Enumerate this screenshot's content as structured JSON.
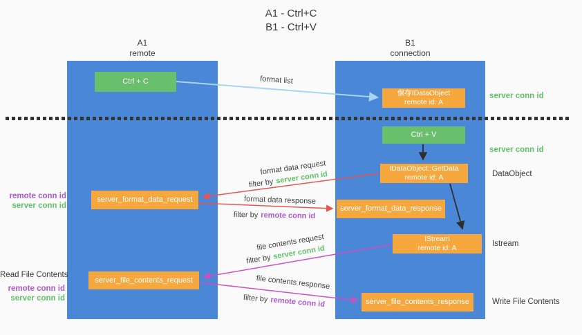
{
  "title": {
    "line1": "A1 - Ctrl+C",
    "line2": "B1 - Ctrl+V"
  },
  "columns": {
    "left": {
      "name": "A1",
      "role": "remote"
    },
    "right": {
      "name": "B1",
      "role": "connection"
    }
  },
  "nodes": {
    "ctrl_c": "Ctrl + C",
    "ctrl_v": "Ctrl + V",
    "save_dataobject_line1": "保存IDataObject",
    "save_dataobject_line2": "remote id: A",
    "getdata_line1": "IDataObject::GetData",
    "getdata_line2": "remote id: A",
    "istream_line1": "IStream",
    "istream_line2": "remote id: A",
    "format_request": "server_format_data_request",
    "format_response": "server_format_data_response",
    "file_request": "server_file_contents_request",
    "file_response": "server_file_contents_response"
  },
  "side_labels": {
    "server_conn_id_top": "server conn id",
    "server_conn_id_mid": "server conn id",
    "dataobject": "DataObject",
    "istream": "Istream",
    "write_file_contents": "Write File Contents",
    "read_file_contents": "Read File Contents",
    "remote_conn_id_upper": "remote conn id",
    "server_conn_id_upper": "server conn id",
    "remote_conn_id_lower": "remote conn id",
    "server_conn_id_lower": "server conn id"
  },
  "flow_labels": {
    "format_list": "format list",
    "format_data_request": "format data request",
    "format_data_response": "format data response",
    "file_contents_request": "file contents request",
    "file_contents_response": "file contents response",
    "filter_prefix": "filter by",
    "server_conn_id": "server conn id",
    "remote_conn_id": "remote conn id"
  },
  "colors": {
    "column_blue": "#4b87d7",
    "node_green": "#6abf6c",
    "node_orange": "#f6a73e",
    "server_conn_green": "#62c168",
    "remote_conn_purple": "#ac57cf",
    "arrow_red": "#ea544e",
    "arrow_magenta": "#cb51c3",
    "arrow_light_blue": "#a6d5f2",
    "arrow_black": "#2e2e2e",
    "text_dark": "#3d3d3d"
  }
}
